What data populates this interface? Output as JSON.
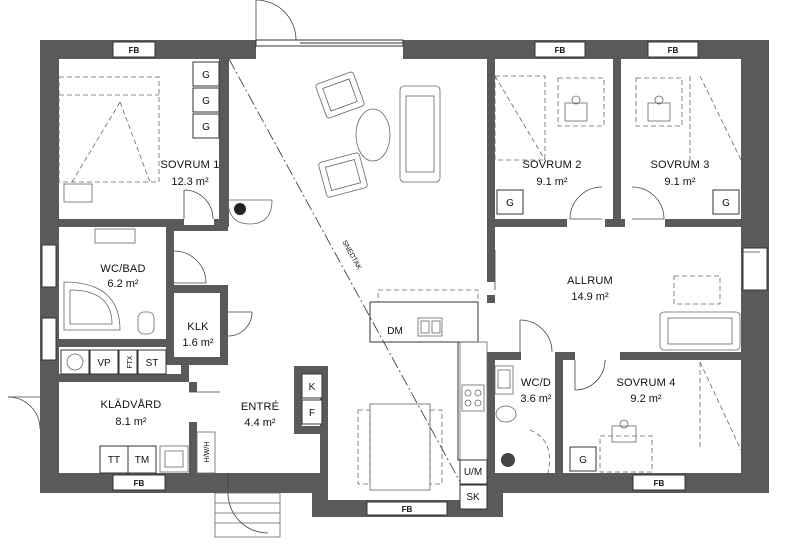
{
  "rooms": {
    "sovrum1": {
      "name": "SOVRUM 1",
      "area": "12.3 m²"
    },
    "sovrum2": {
      "name": "SOVRUM 2",
      "area": "9.1 m²"
    },
    "sovrum3": {
      "name": "SOVRUM 3",
      "area": "9.1 m²"
    },
    "sovrum4": {
      "name": "SOVRUM 4",
      "area": "9.2 m²"
    },
    "wcbad": {
      "name": "WC/BAD",
      "area": "6.2 m²"
    },
    "klk": {
      "name": "KLK",
      "area": "1.6 m²"
    },
    "allrum": {
      "name": "ALLRUM",
      "area": "14.9 m²"
    },
    "wcd": {
      "name": "WC/D",
      "area": "3.6 m²"
    },
    "entre": {
      "name": "ENTRÉ",
      "area": "4.4 m²"
    },
    "kladvard": {
      "name": "KLÄDVÅRD",
      "area": "8.1 m²"
    }
  },
  "labels": {
    "fb": "FB",
    "g": "G",
    "dm": "DM",
    "vp": "VP",
    "ftx": "FTX",
    "st": "ST",
    "tt": "TT",
    "tm": "TM",
    "k": "K",
    "f": "F",
    "um": "U/M",
    "sk": "SK",
    "snedtak": "SNEDTAK",
    "hwh": "H/W/H"
  }
}
